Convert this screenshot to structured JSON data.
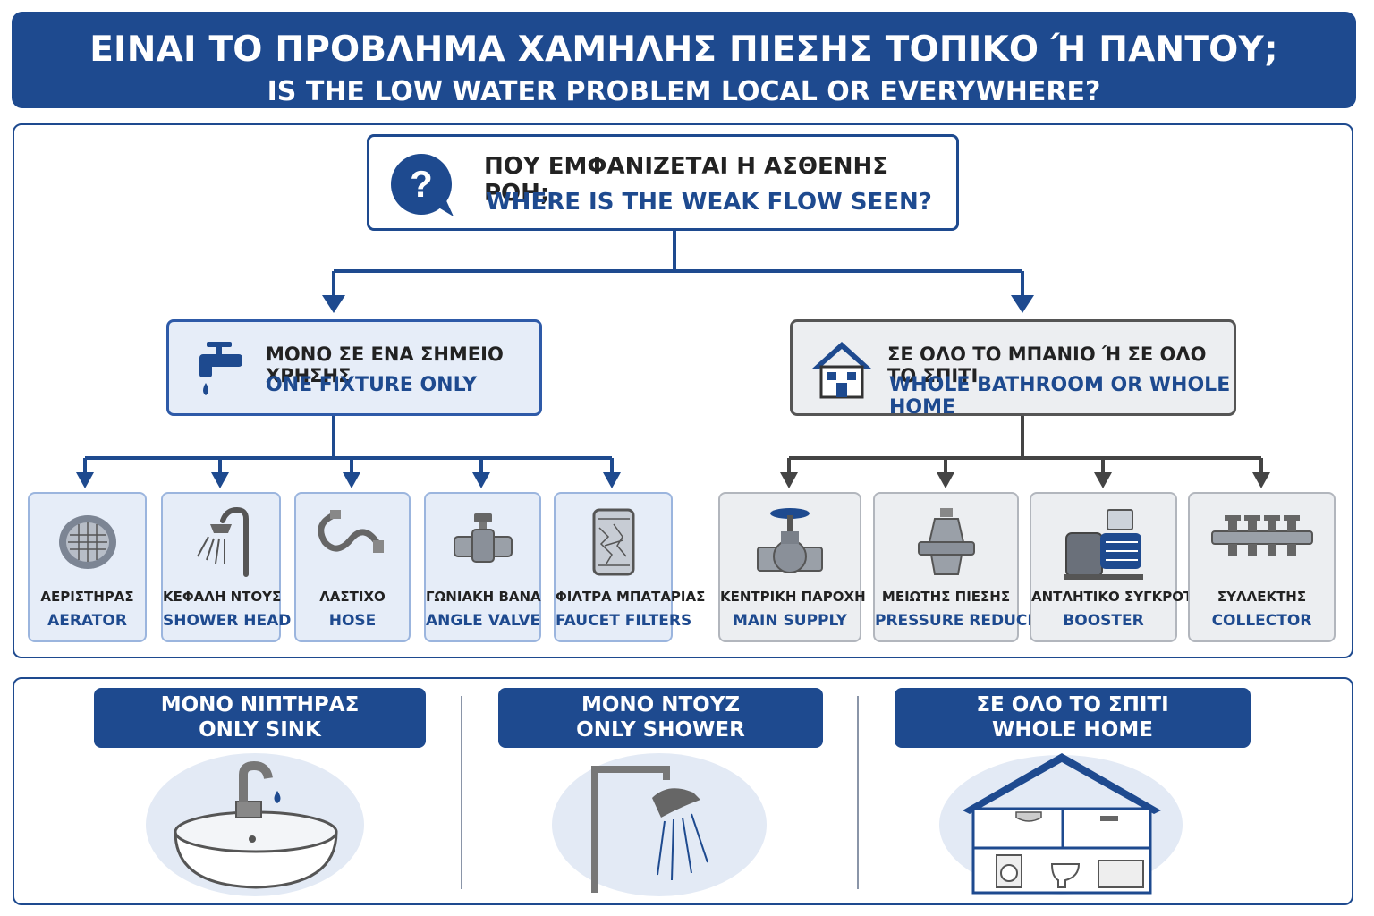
{
  "header": {
    "title_gr": "ΕΙΝΑΙ ΤΟ ΠΡΟΒΛΗΜΑ ΧΑΜΗΛΗΣ ΠΙΕΣΗΣ ΤΟΠΙΚΟ Ή ΠΑΝΤΟΥ;",
    "title_en": "IS THE LOW WATER PROBLEM LOCAL OR EVERYWHERE?"
  },
  "question": {
    "icon": "question-bubble-icon",
    "label_gr": "ΠΟΥ ΕΜΦΑΝΙΖΕΤΑΙ Η ΑΣΘΕΝΗΣ ΡΟΗ;",
    "label_en": "WHERE IS THE WEAK FLOW SEEN?"
  },
  "branches": [
    {
      "icon": "faucet-icon",
      "label_gr": "ΜΟΝΟ ΣΕ ΕΝΑ ΣΗΜΕΙΟ ΧΡΗΣΗΣ",
      "label_en": "ONE FIXTURE ONLY",
      "items": [
        {
          "icon": "aerator-icon",
          "label_gr": "ΑΕΡΙΣΤΗΡΑΣ",
          "label_en": "AERATOR"
        },
        {
          "icon": "shower-head-icon",
          "label_gr": "ΚΕΦΑΛΗ ΝΤΟΥΣ",
          "label_en": "SHOWER HEAD"
        },
        {
          "icon": "hose-icon",
          "label_gr": "ΛΑΣΤΙΧΟ",
          "label_en": "HOSE"
        },
        {
          "icon": "angle-valve-icon",
          "label_gr": "ΓΩΝΙΑΚΗ ΒΑΝΑ",
          "label_en": "ANGLE VALVE"
        },
        {
          "icon": "faucet-filter-icon",
          "label_gr": "ΦΙΛΤΡΑ ΜΠΑΤΑΡΙΑΣ",
          "label_en": "FAUCET FILTERS"
        }
      ]
    },
    {
      "icon": "house-icon",
      "label_gr": "ΣΕ ΟΛΟ ΤΟ ΜΠΑΝΙΟ Ή ΣΕ ΟΛΟ ΤΟ ΣΠΙΤΙ",
      "label_en": "WHOLE BATHROOM OR WHOLE HOME",
      "items": [
        {
          "icon": "main-valve-icon",
          "label_gr": "ΚΕΝΤΡΙΚΗ ΠΑΡΟΧΗ",
          "label_en": "MAIN SUPPLY"
        },
        {
          "icon": "pressure-reducer-icon",
          "label_gr": "ΜΕΙΩΤΗΣ ΠΙΕΣΗΣ",
          "label_en": "PRESSURE REDUCER"
        },
        {
          "icon": "booster-pump-icon",
          "label_gr": "ΑΝΤΛΗΤΙΚΟ ΣΥΓΚΡΟΤΗΜΑ",
          "label_en": "BOOSTER"
        },
        {
          "icon": "manifold-icon",
          "label_gr": "ΣΥΛΛΕΚΤΗΣ",
          "label_en": "COLLECTOR"
        }
      ]
    }
  ],
  "scenarios": [
    {
      "icon": "sink-icon",
      "label_gr": "ΜΟΝΟ ΝΙΠΤΗΡΑΣ",
      "label_en": "ONLY SINK"
    },
    {
      "icon": "shower-icon",
      "label_gr": "ΜΟΝΟ ΝΤΟΥΖ",
      "label_en": "ONLY SHOWER"
    },
    {
      "icon": "house-cutaway-icon",
      "label_gr": "ΣΕ ΟΛΟ ΤΟ ΣΠΙΤΙ",
      "label_en": "WHOLE HOME"
    }
  ],
  "colors": {
    "primary": "#1e4a8f",
    "local_bg": "#e6edf8",
    "global_bg": "#eceef1",
    "line_dark": "#444444"
  }
}
